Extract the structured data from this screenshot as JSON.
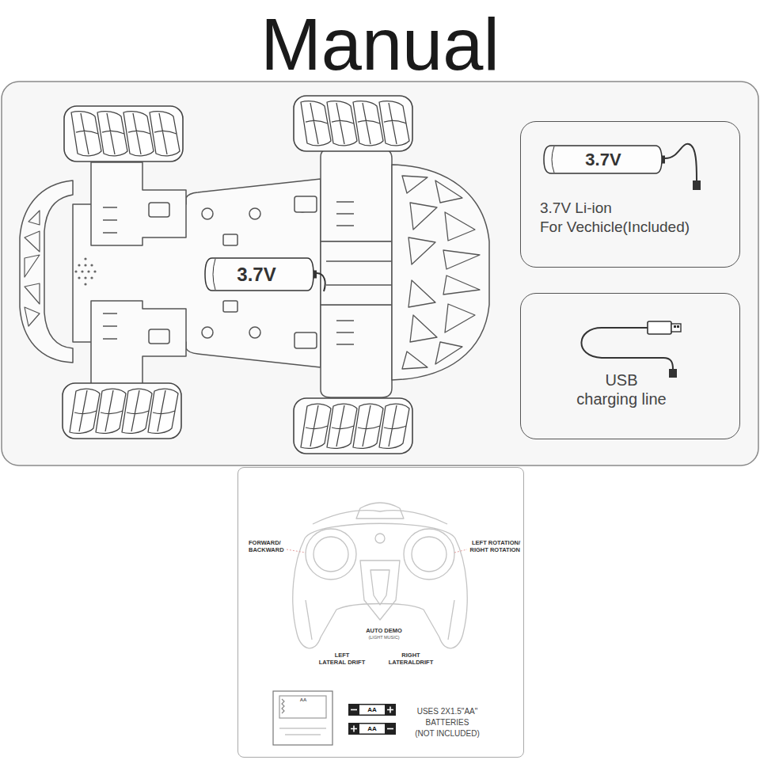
{
  "diagram": {
    "title": "Manual",
    "nodes": [
      {
        "text": [
          "3.7V"
        ]
      },
      {
        "text": [
          "3.7V Li-ion For Vechicle(Included)"
        ]
      },
      {
        "text": [
          "3.7V"
        ],
        "in": 1
      },
      {
        "text": [
          "USB charging line"
        ]
      },
      {
        "text": [
          "FORWARD/ BACKWARD",
          "LEFT ROTATION/ RIGHT ROTATION",
          "AUTO DEMO",
          "(LIGHT MUSIC)",
          "LEFT LATERAL DRIFT",
          "RIGHT LATERALDRIFT",
          "USES 2X1.5\"AA\" BATTERIES (NOT INCLUDED)"
        ]
      },
      {
        "text": [
          "AA"
        ],
        "in": 4
      },
      {
        "text": [
          "AA"
        ],
        "in": 4
      }
    ],
    "labels": [
      "AA"
    ]
  }
}
